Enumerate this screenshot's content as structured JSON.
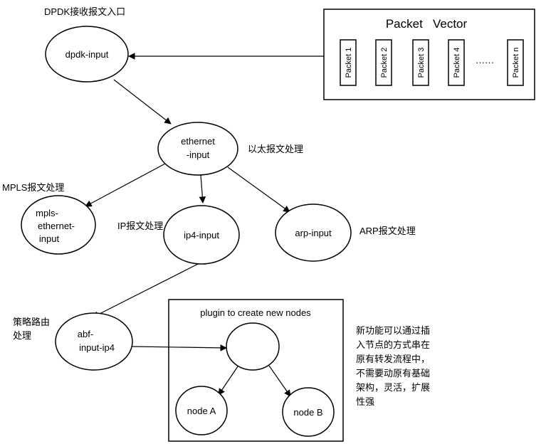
{
  "annotations": {
    "dpdk_entry": "DPDK接收报文入口",
    "ethernet_processing": "以太报文处理",
    "mpls_processing": "MPLS报文处理",
    "ip_processing": "IP报文处理",
    "arp_processing": "ARP报文处理",
    "policy_routing_line1": "策略路由",
    "policy_routing_line2": "处理",
    "plugin_note": [
      "新功能可以通过插",
      "入节点的方式串在",
      "原有转发流程中，",
      "不需要动原有基础",
      "架构，灵活，扩展",
      "性强"
    ]
  },
  "nodes": {
    "dpdk_input": "dpdk-input",
    "ethernet_input": [
      "ethernet",
      "-input"
    ],
    "mpls_ethernet_input": [
      "mpls-",
      "ethernet-",
      "input"
    ],
    "ip4_input": "ip4-input",
    "arp_input": "arp-input",
    "abf_input_ip4": [
      "abf-",
      "input-ip4"
    ],
    "node_a": "node A",
    "node_b": "node B"
  },
  "packet_vector": {
    "title": "Packet   Vector",
    "packets": [
      "Packet 1",
      "Packet 2",
      "Packet 3",
      "Packet 4"
    ],
    "ellipsis": "······",
    "last_packet": "Packet n"
  },
  "plugin_box": {
    "title": "plugin to create new nodes"
  }
}
